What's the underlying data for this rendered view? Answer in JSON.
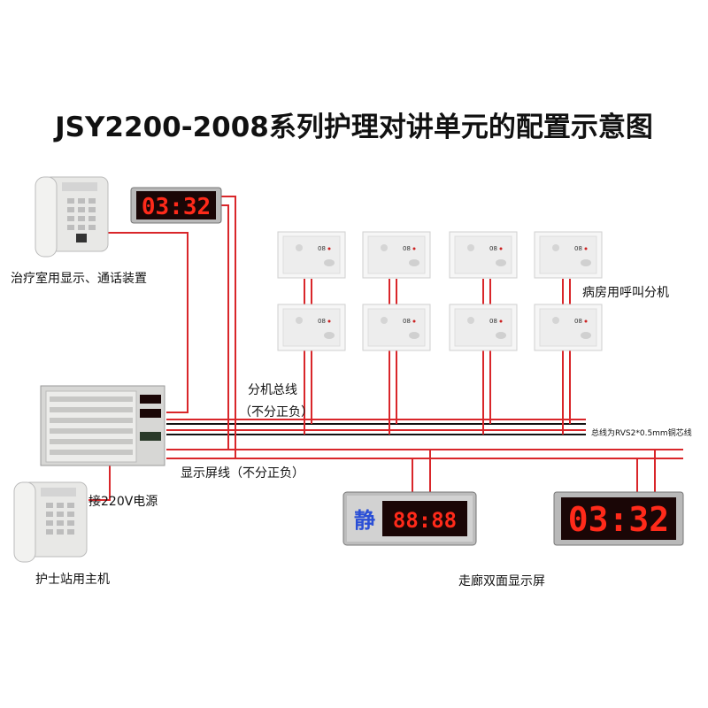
{
  "title": "JSY2200-2008系列护理对讲单元的配置示意图",
  "labels": {
    "treatment_room": "治疗室用显示、通话装置",
    "ward_extension": "病房用呼叫分机",
    "extension_bus": "分机总线",
    "extension_bus_note": "（不分正负）",
    "bus_spec": "总线为RVS2*0.5mm铜芯线",
    "display_line": "显示屏线（不分正负）",
    "power": "接220V电源",
    "nurse_station": "护士站用主机",
    "corridor_display": "走廊双面显示屏"
  },
  "devices": {
    "clock_small": "03:32",
    "clock_large": "03:32",
    "corridor_quiet_char": "静",
    "corridor_digits": "88:88",
    "panel_number": "08"
  },
  "colors": {
    "wire_red": "#d9262a",
    "wire_black": "#111111",
    "led_red": "#ff2a1a",
    "led_bg": "#1a0606",
    "quiet_blue": "#2a4fd6"
  }
}
